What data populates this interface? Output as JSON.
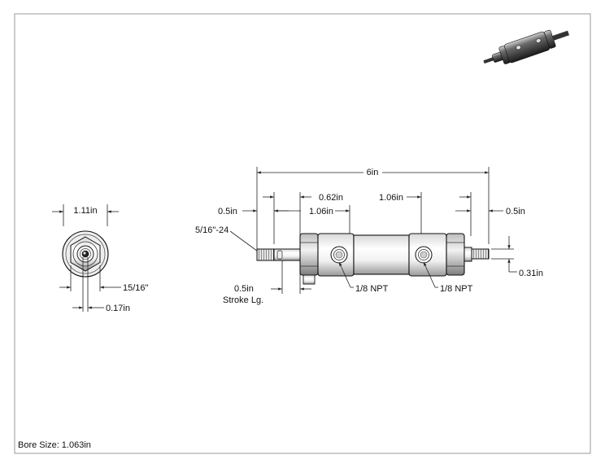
{
  "front_view": {
    "width_label": "1.11in",
    "hex_label": "15/16\"",
    "rod_label": "0.17in"
  },
  "side_view": {
    "overall_length": "6in",
    "left_rod_extension": "0.5in",
    "left_hex_offset": "0.62in",
    "left_port_offset": "1.06in",
    "right_port_offset": "1.06in",
    "right_stud_extension": "0.5in",
    "thread_label": "5/16\"-24",
    "stroke_value": "0.5in",
    "stroke_caption": "Stroke Lg.",
    "port_left": "1/8 NPT",
    "port_right": "1/8 NPT",
    "stud_diameter": "0.31in"
  },
  "footer": {
    "bore_size": "Bore Size: 1.063in"
  }
}
